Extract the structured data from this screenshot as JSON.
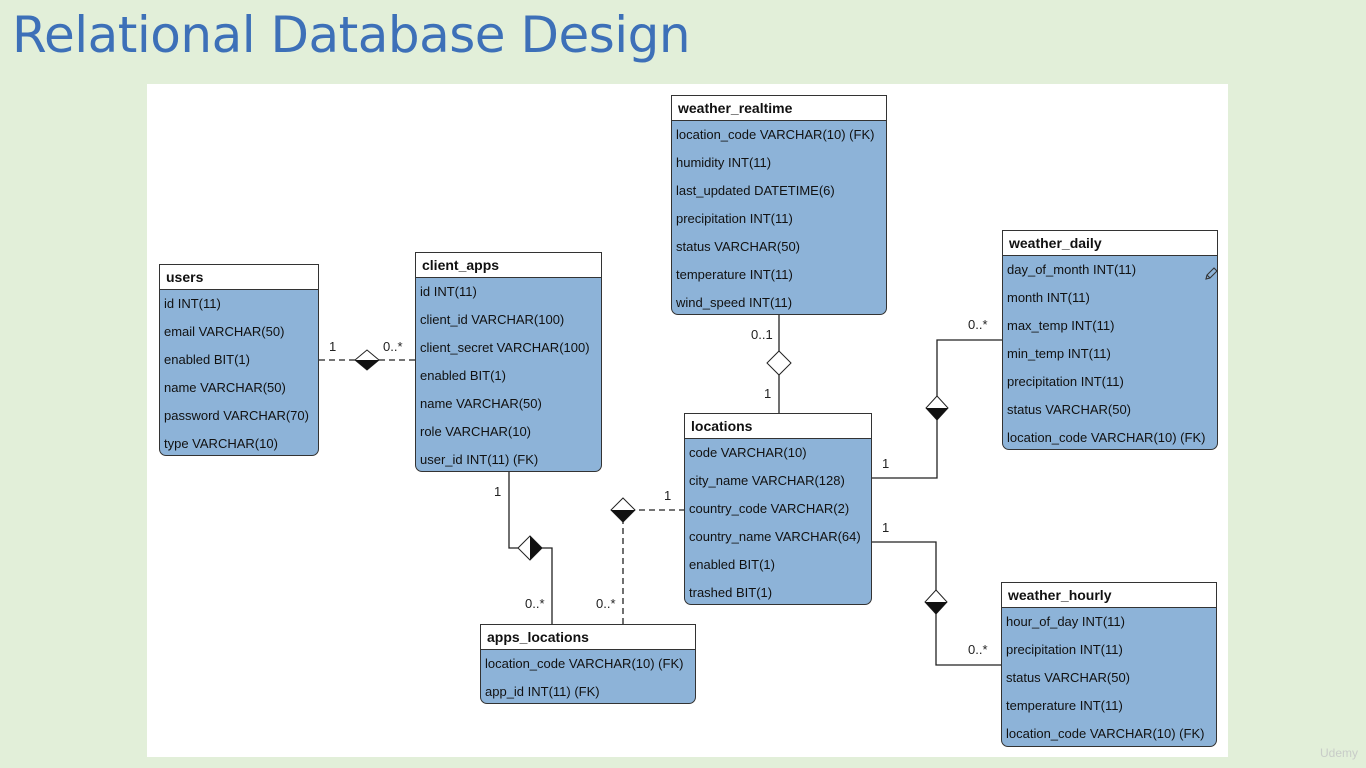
{
  "slide": {
    "title": "Relational Database Design"
  },
  "entities": {
    "users": {
      "name": "users",
      "fields": [
        "id INT(11)",
        "email VARCHAR(50)",
        "enabled BIT(1)",
        "name VARCHAR(50)",
        "password VARCHAR(70)",
        "type VARCHAR(10)"
      ]
    },
    "client_apps": {
      "name": "client_apps",
      "fields": [
        "id INT(11)",
        "client_id VARCHAR(100)",
        "client_secret VARCHAR(100)",
        "enabled BIT(1)",
        "name VARCHAR(50)",
        "role VARCHAR(10)",
        "user_id INT(11) (FK)"
      ]
    },
    "weather_realtime": {
      "name": "weather_realtime",
      "fields": [
        "location_code VARCHAR(10) (FK)",
        "humidity INT(11)",
        "last_updated DATETIME(6)",
        "precipitation INT(11)",
        "status VARCHAR(50)",
        "temperature INT(11)",
        "wind_speed INT(11)"
      ]
    },
    "weather_daily": {
      "name": "weather_daily",
      "fields": [
        "day_of_month INT(11)",
        "month INT(11)",
        "max_temp INT(11)",
        "min_temp INT(11)",
        "precipitation INT(11)",
        "status VARCHAR(50)",
        "location_code VARCHAR(10) (FK)"
      ]
    },
    "locations": {
      "name": "locations",
      "fields": [
        "code VARCHAR(10)",
        "city_name VARCHAR(128)",
        "country_code VARCHAR(2)",
        "country_name VARCHAR(64)",
        "enabled BIT(1)",
        "trashed BIT(1)"
      ]
    },
    "weather_hourly": {
      "name": "weather_hourly",
      "fields": [
        "hour_of_day INT(11)",
        "precipitation INT(11)",
        "status VARCHAR(50)",
        "temperature INT(11)",
        "location_code VARCHAR(10) (FK)"
      ]
    },
    "apps_locations": {
      "name": "apps_locations",
      "fields": [
        "location_code VARCHAR(10) (FK)",
        "app_id INT(11) (FK)"
      ]
    }
  },
  "multiplicities": {
    "users_one": "1",
    "client_apps_many": "0..*",
    "realtime_zero_one": "0..1",
    "locations_one_realtime": "1",
    "daily_many": "0..*",
    "locations_one_daily": "1",
    "client_apps_one": "1",
    "apps_locations_many_app": "0..*",
    "locations_one_apps": "1",
    "apps_locations_many_loc": "0..*",
    "locations_one_hourly": "1",
    "hourly_many": "0..*"
  },
  "watermark": "Udemy",
  "icons": [
    "pencil-icon"
  ]
}
